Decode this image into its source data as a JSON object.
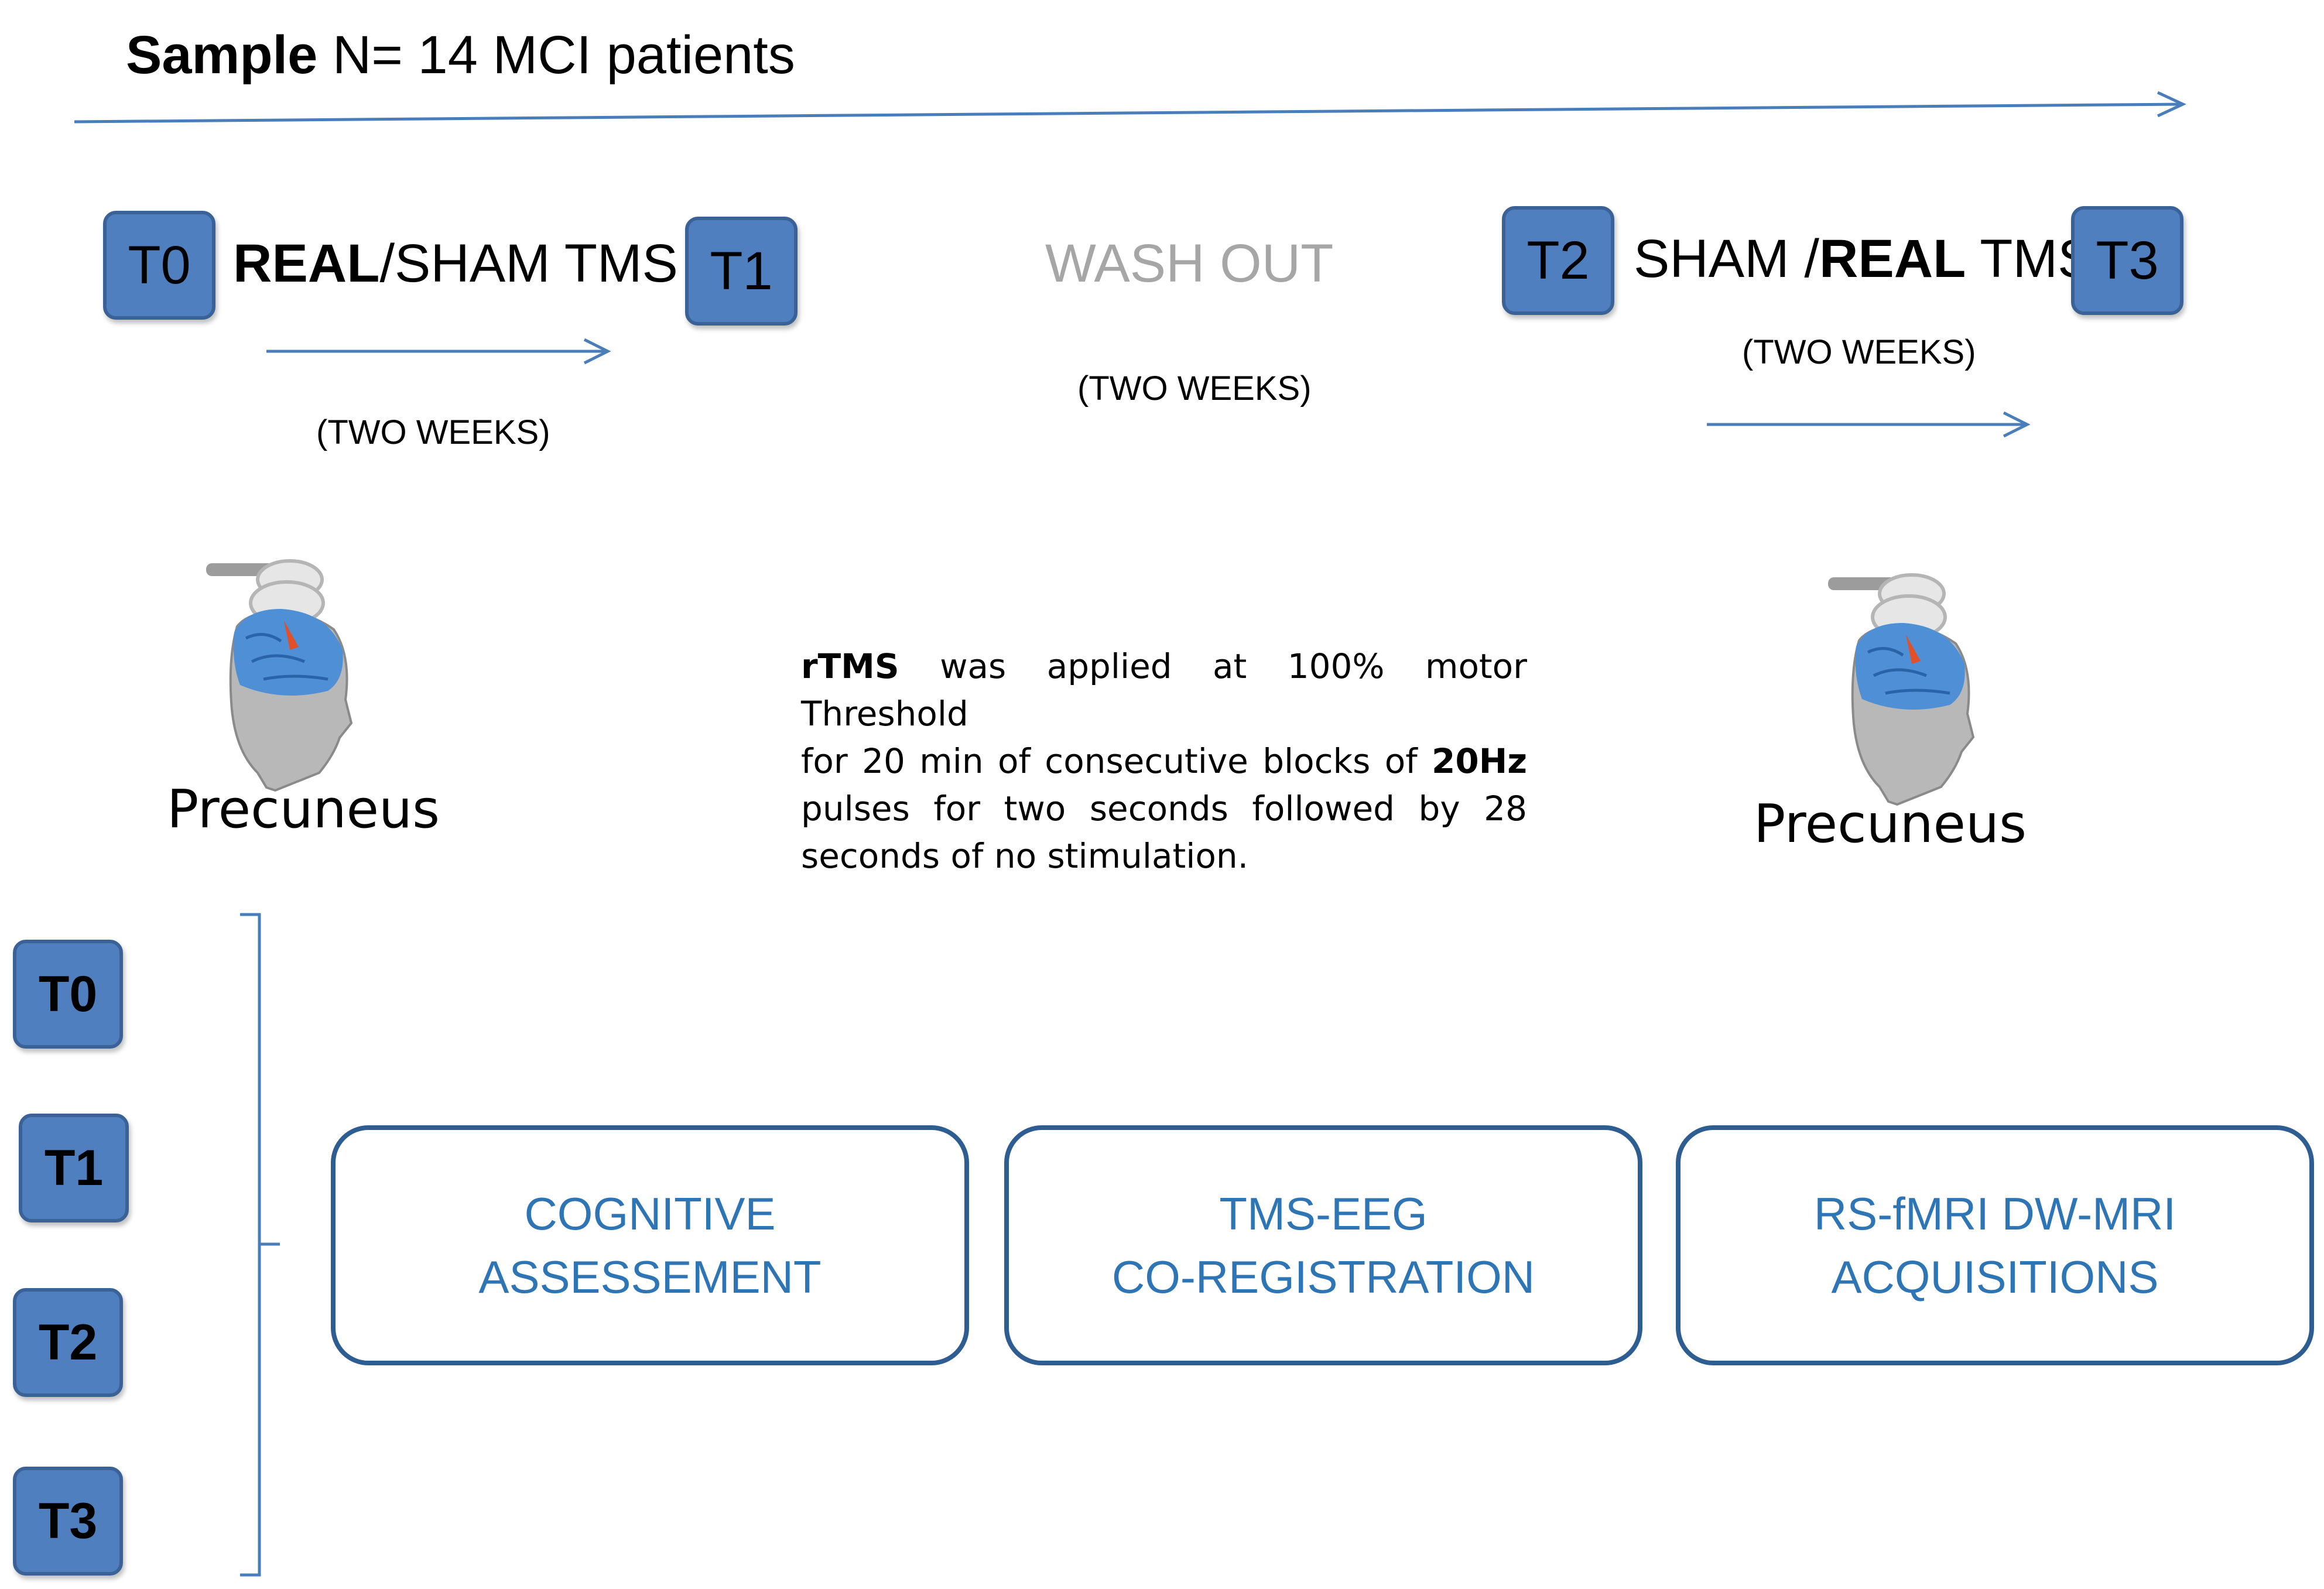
{
  "header": {
    "sample_bold": "Sample",
    "sample_rest": " N= 14 MCI patients"
  },
  "timeline": {
    "t0": "T0",
    "t1": "T1",
    "t2": "T2",
    "t3": "T3",
    "phase1": {
      "bold": "REAL",
      "rest": "/SHAM TMS",
      "duration": "(TWO WEEKS)"
    },
    "washout": {
      "label": "WASH OUT",
      "duration": "(TWO WEEKS)"
    },
    "phase2": {
      "pre": "SHAM /",
      "bold": "REAL",
      "post": " TMS",
      "duration": "(TWO WEEKS)"
    }
  },
  "left_site": {
    "label": "Precuneus",
    "icon": "tms-coil-head-icon"
  },
  "right_site": {
    "label": "Precuneus",
    "icon": "tms-coil-head-icon"
  },
  "protocol": {
    "line1_bold": "rTMS",
    "line1_rest": " was applied at 100% motor  Threshold",
    "line2_pre": "for 20 min of consecutive blocks of ",
    "line2_bold": "20Hz",
    "line3": "pulses for two seconds followed by 28",
    "line4": "seconds of no stimulation."
  },
  "timepoints": [
    "T0",
    "T1",
    "T2",
    "T3"
  ],
  "assessments": [
    {
      "line1": "COGNITIVE",
      "line2": "ASSESSEMENT"
    },
    {
      "line1": "TMS-EEG",
      "line2": "CO-REGISTRATION"
    },
    {
      "line1": "RS-fMRI DW-MRI",
      "line2": "ACQUISITIONS"
    }
  ],
  "colors": {
    "box_fill": "#4f7fbf",
    "box_border": "#3a6296",
    "arrow": "#4a7ebb",
    "assessment_text": "#2e75b6",
    "washout_text": "#a6a6a6"
  }
}
